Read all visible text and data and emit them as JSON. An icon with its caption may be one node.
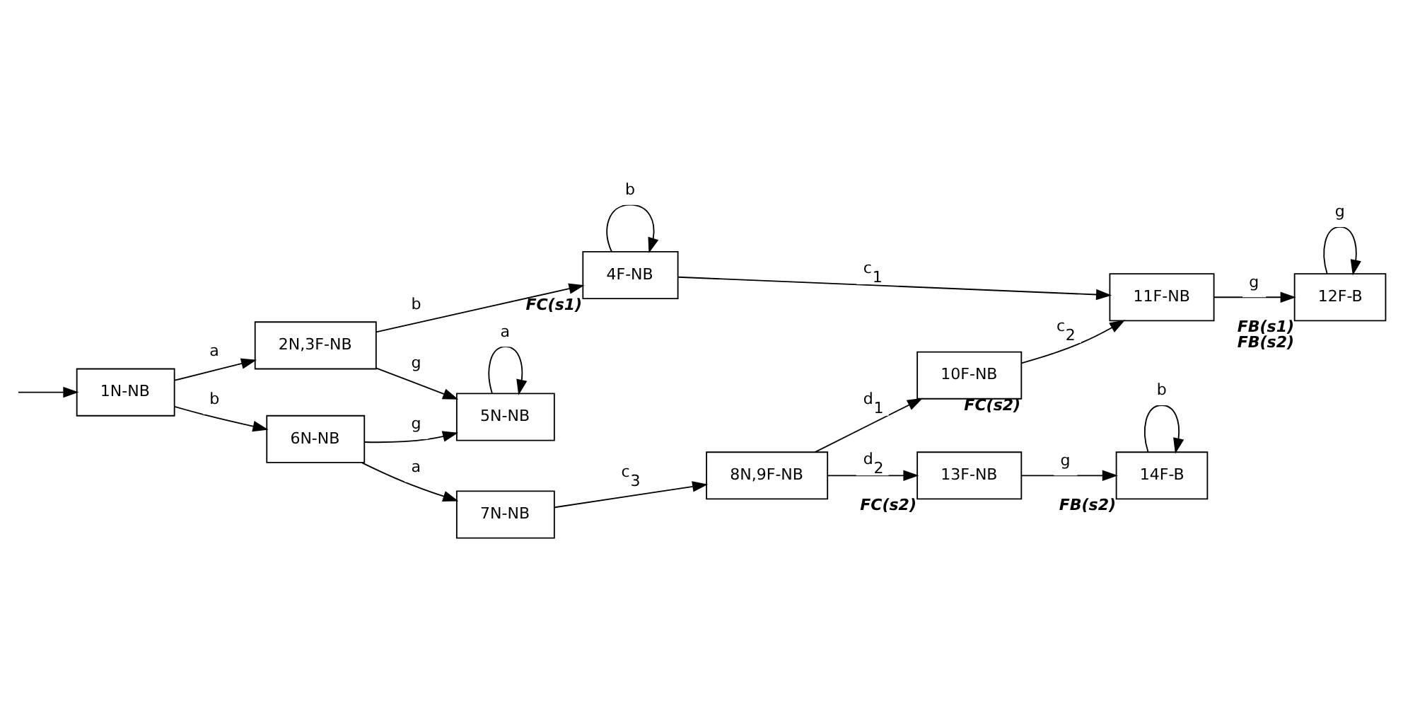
{
  "diagram": {
    "nodes": [
      {
        "text": [
          "1N-NB"
        ]
      },
      {
        "text": [
          "2N,3F-NB"
        ]
      },
      {
        "text": [
          "4F-NB"
        ],
        "beside": [
          "FC(s1)"
        ]
      },
      {
        "text": [
          "5N-NB"
        ]
      },
      {
        "text": [
          "6N-NB"
        ]
      },
      {
        "text": [
          "7N-NB"
        ]
      },
      {
        "text": [
          "8N,9F-NB"
        ]
      },
      {
        "text": [
          "10F-NB"
        ],
        "beside": [
          "FC(s2)"
        ]
      },
      {
        "text": [
          "11F-NB"
        ]
      },
      {
        "text": [
          "13F-NB"
        ],
        "beside": [
          "FC(s2)"
        ]
      },
      {
        "text": [
          "14F-B"
        ],
        "beside": [
          "FB(s2)"
        ]
      },
      {
        "text": [
          "12F-B"
        ],
        "beside": [
          "FB(s1)",
          "FB(s2)"
        ]
      }
    ],
    "edges": [
      {
        "from": null,
        "to": 0,
        "arrow": "to"
      },
      {
        "from": 0,
        "to": 1,
        "arrow": "to",
        "label": "a"
      },
      {
        "from": 1,
        "to": 2,
        "arrow": "to",
        "label": "b"
      },
      {
        "from": 1,
        "to": 3,
        "arrow": "to",
        "label": "g"
      },
      {
        "from": 0,
        "to": 4,
        "arrow": "to",
        "label": "b"
      },
      {
        "from": 4,
        "to": 3,
        "arrow": "to",
        "label": "g"
      },
      {
        "from": 3,
        "to": 3,
        "arrow": "to",
        "label": "a"
      },
      {
        "from": 2,
        "to": 2,
        "arrow": "to",
        "label": "b"
      },
      {
        "from": 4,
        "to": 5,
        "arrow": "to",
        "label": "a"
      },
      {
        "from": 5,
        "to": 6,
        "arrow": "to",
        "label": "c$_{3}$"
      },
      {
        "from": 6,
        "to": 7,
        "arrow": "to",
        "label": "d$_{1}$"
      },
      {
        "from": 7,
        "to": 8,
        "arrow": "to",
        "label": "c$_{2}$"
      },
      {
        "from": 2,
        "to": 8,
        "arrow": "to",
        "label": "c$_{1}$"
      },
      {
        "from": 8,
        "to": 11,
        "arrow": "to",
        "label": "g"
      },
      {
        "from": 6,
        "to": 9,
        "arrow": "to",
        "label": "d$_{2}$"
      },
      {
        "from": 9,
        "to": 10,
        "arrow": "to",
        "label": "g"
      },
      {
        "from": 10,
        "to": 10,
        "arrow": "to",
        "label": "b"
      },
      {
        "from": 11,
        "to": 11,
        "arrow": "to",
        "label": "g"
      }
    ]
  }
}
